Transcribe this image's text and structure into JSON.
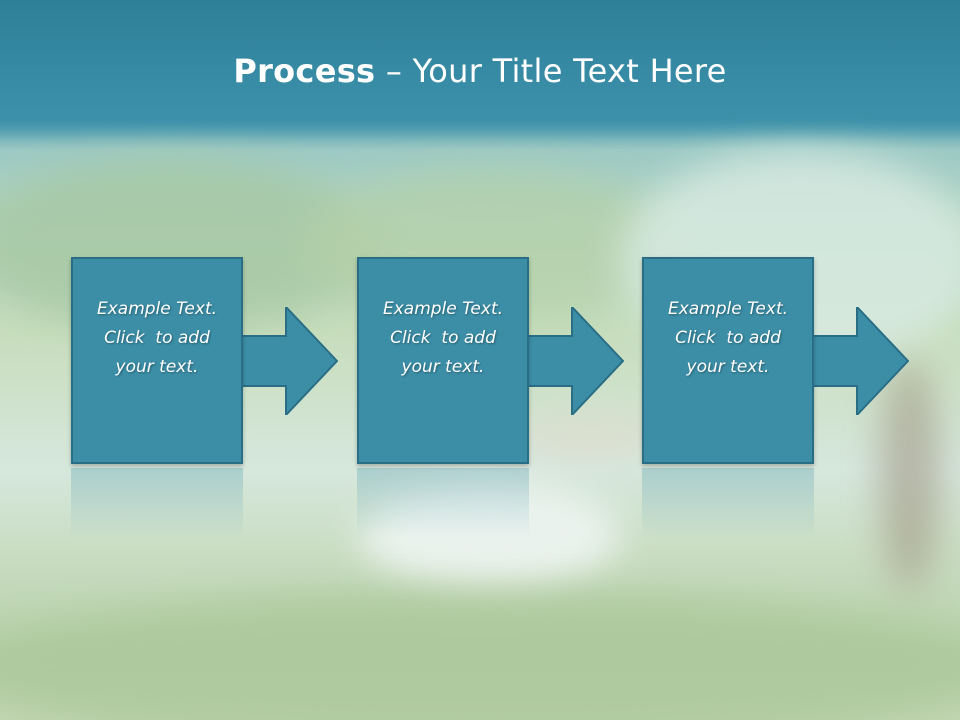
{
  "slide": {
    "title_bold": "Process",
    "title_rest": " – Your Title Text Here",
    "steps": [
      {
        "line1": "Example Text.",
        "line2": "Click  to add",
        "line3": "your text."
      },
      {
        "line1": "Example Text.",
        "line2": "Click  to add",
        "line3": "your text."
      },
      {
        "line1": "Example Text.",
        "line2": "Click  to add",
        "line3": "your text."
      }
    ]
  },
  "colors": {
    "header": "#3a8ea8",
    "box_fill": "#3c8ea7",
    "box_border": "#2a6e86",
    "text": "#ffffff"
  },
  "icons": [
    "right-arrow-icon",
    "right-arrow-icon",
    "right-arrow-icon"
  ]
}
